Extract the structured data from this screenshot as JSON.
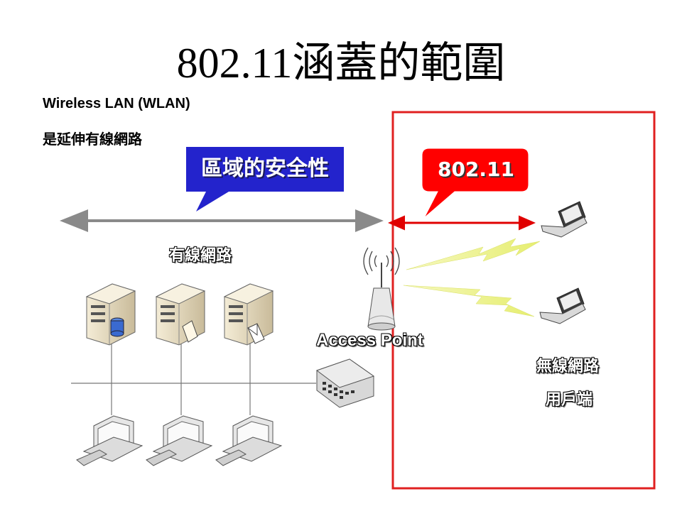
{
  "title": "802.11涵蓋的範圍",
  "subtitle_line1": "Wireless LAN (WLAN)",
  "subtitle_line2": "是延伸有線網路",
  "callout_security": "區域的安全性",
  "callout_standard": "802.11",
  "label_wired": "有線網路",
  "label_access_point": "Access Point",
  "label_wireless": "無線網路",
  "label_client": "用戶端",
  "colors": {
    "security_callout": "#2323cc",
    "standard_callout": "#ff0000",
    "frame": "#e02020",
    "range_arrow_gray": "#8a8a8a",
    "range_arrow_red": "#e00000",
    "lightning": "#eef28a"
  }
}
